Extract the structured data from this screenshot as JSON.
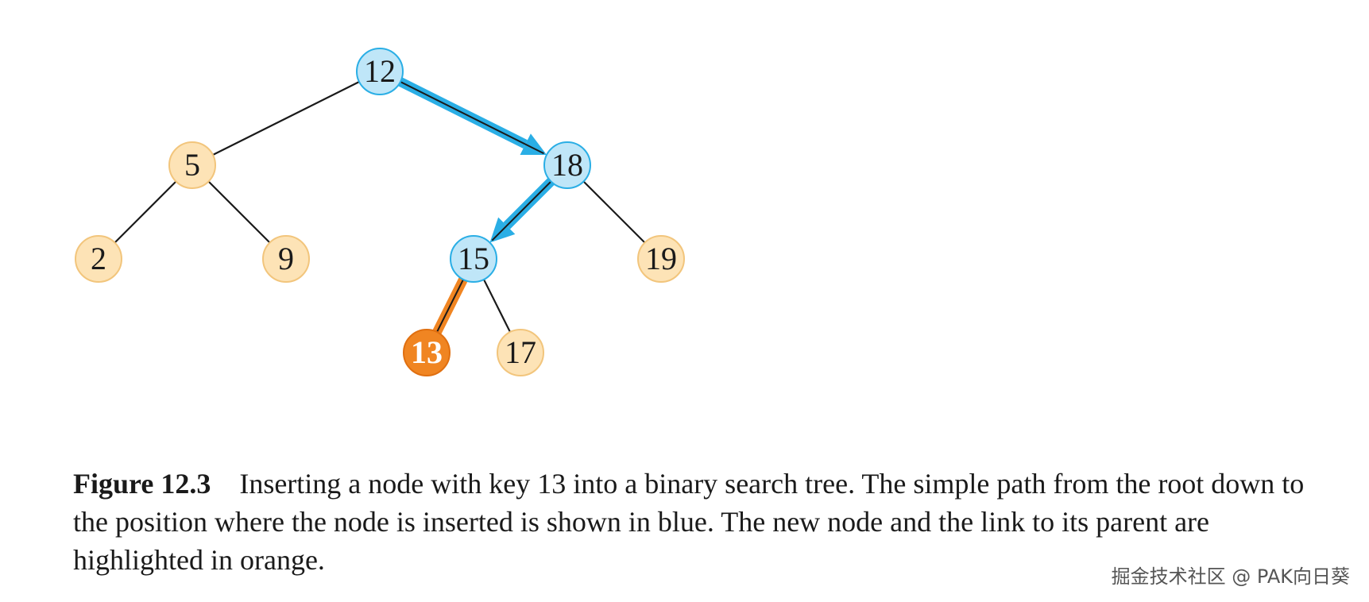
{
  "colors": {
    "path_fill": "#bfe6f8",
    "path_stroke": "#2aaee5",
    "other_fill": "#fde3b6",
    "other_stroke": "#f2c57c",
    "new_fill": "#f08522",
    "new_stroke": "#e06f10",
    "edge": "#1a1a1a",
    "new_text": "#ffffff"
  },
  "nodes": [
    {
      "id": "n12",
      "key": "12",
      "role": "path"
    },
    {
      "id": "n5",
      "key": "5",
      "role": "other"
    },
    {
      "id": "n18",
      "key": "18",
      "role": "path"
    },
    {
      "id": "n2",
      "key": "2",
      "role": "other"
    },
    {
      "id": "n9",
      "key": "9",
      "role": "other"
    },
    {
      "id": "n15",
      "key": "15",
      "role": "path"
    },
    {
      "id": "n19",
      "key": "19",
      "role": "other"
    },
    {
      "id": "n13",
      "key": "13",
      "role": "new"
    },
    {
      "id": "n17",
      "key": "17",
      "role": "other"
    }
  ],
  "edges": [
    {
      "from": "n12",
      "to": "n5",
      "kind": "plain"
    },
    {
      "from": "n12",
      "to": "n18",
      "kind": "path"
    },
    {
      "from": "n5",
      "to": "n2",
      "kind": "plain"
    },
    {
      "from": "n5",
      "to": "n9",
      "kind": "plain"
    },
    {
      "from": "n18",
      "to": "n15",
      "kind": "path"
    },
    {
      "from": "n18",
      "to": "n19",
      "kind": "plain"
    },
    {
      "from": "n15",
      "to": "n13",
      "kind": "new"
    },
    {
      "from": "n15",
      "to": "n17",
      "kind": "plain"
    }
  ],
  "caption": {
    "label": "Figure 12.3",
    "text": "Inserting a node with key 13 into a binary search tree. The simple path from the root down to the position where the node is inserted is shown in blue. The new node and the link to its parent are highlighted in orange."
  },
  "watermark": "掘金技术社区 @ PAK向日葵"
}
